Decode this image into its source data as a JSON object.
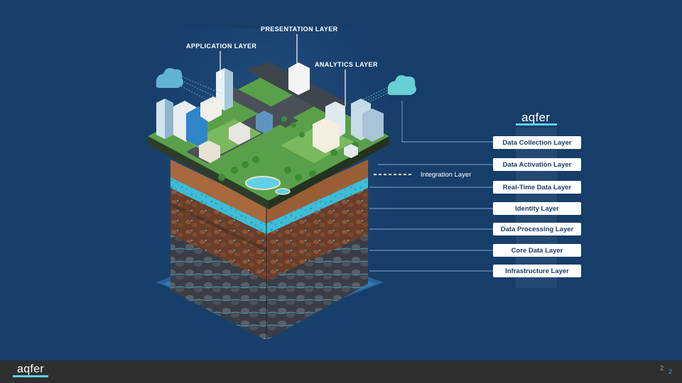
{
  "top_labels": {
    "presentation": "PRESENTATION LAYER",
    "application": "APPLICATION LAYER",
    "analytics": "ANALYTICS LAYER"
  },
  "integration_label": "Integration Layer",
  "layers": [
    "Data Collection Layer",
    "Data Activation Layer",
    "Real-Time Data Layer",
    "Identity Layer",
    "Data Processing Layer",
    "Core Data Layer",
    "Infrastructure Layer"
  ],
  "logo_text": "aqfer",
  "page_number": "2",
  "colors": {
    "background": "#173d69",
    "accent": "#5fd0e8",
    "box": "#ffffff",
    "box_text": "#1b3d68",
    "footer": "#2f2f2f"
  }
}
